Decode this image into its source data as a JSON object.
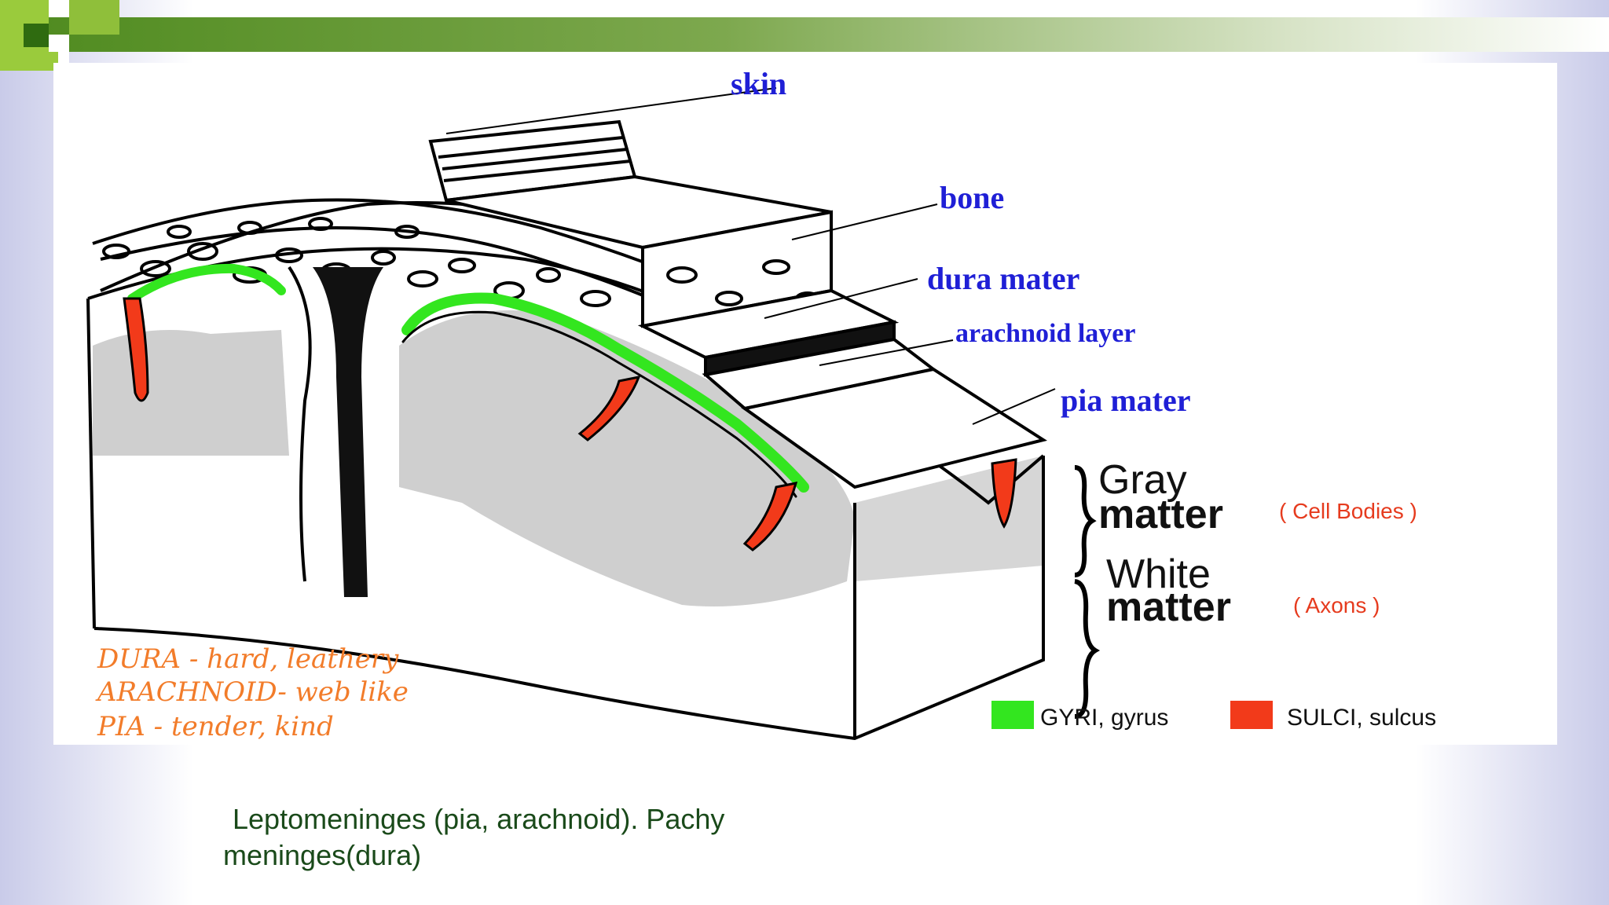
{
  "diagram": {
    "layers": {
      "skin": "skin",
      "bone": "bone",
      "dura": "dura mater",
      "arachnoid": "arachnoid layer",
      "pia": "pia mater"
    },
    "regions": {
      "gray_1": "Gray",
      "gray_2": "matter",
      "gray_note": "( Cell Bodies )",
      "white_1": "White",
      "white_2": "matter",
      "white_note": "( Axons )"
    },
    "legend": {
      "gyri": "GYRI, gyrus",
      "sulci": "SULCI, sulcus",
      "gyri_color": "#33e61f",
      "sulci_color": "#f23a1a"
    },
    "notes": {
      "dura": "DURA - hard, leathery",
      "arachnoid": "ARACHNOID- web like",
      "pia": "PIA - tender, kind"
    }
  },
  "caption": {
    "line1": "Leptomeninges (pia, arachnoid). Pachy",
    "line2": "meninges(dura)"
  },
  "colors": {
    "accent_green": "#5f8f2a",
    "label_blue": "#1f1fd6",
    "annotation_orange": "#f27c2a",
    "note_red": "#e63b1e"
  }
}
